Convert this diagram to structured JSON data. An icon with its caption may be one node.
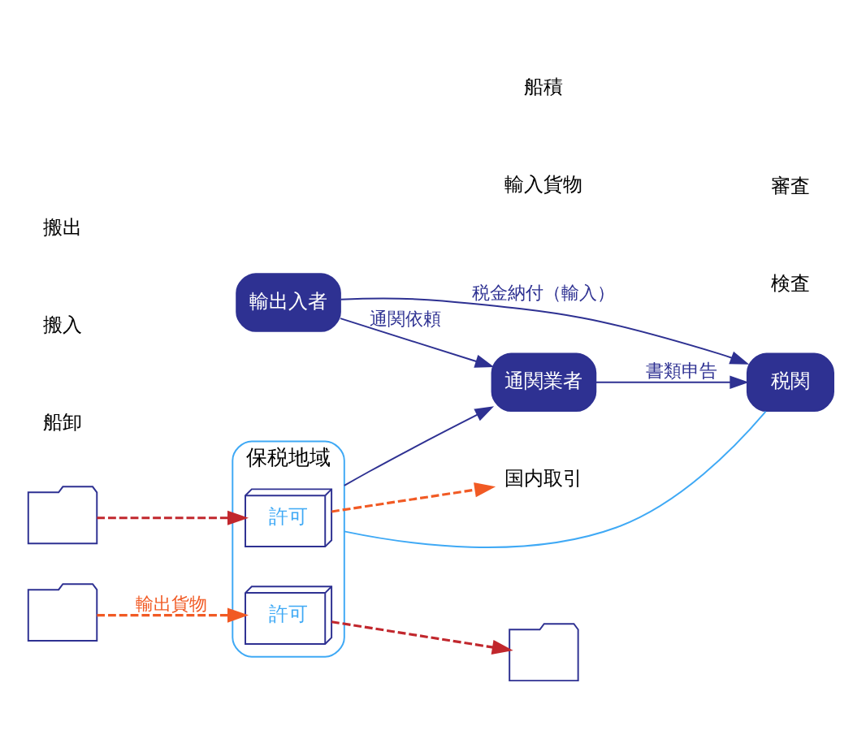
{
  "diagram": {
    "nodes": [
      {
        "text": [
          "保税地域"
        ]
      },
      {
        "text": [
          "許可"
        ],
        "in": 0
      },
      {
        "text": [
          "許可"
        ],
        "in": 0
      },
      {
        "text": [],
        "shape": "picture"
      },
      {
        "text": [],
        "shape": "picture"
      },
      {
        "text": [
          "税関"
        ]
      },
      {
        "text": [
          "通関業者"
        ]
      },
      {
        "text": [
          "輸出入者"
        ]
      },
      {
        "text": [
          "国内取引"
        ]
      },
      {
        "text": [],
        "shape": "picture"
      }
    ],
    "edges": [
      {
        "from": 3,
        "to": 1,
        "arrow": "to",
        "style": "dashed",
        "color": "#c1272d"
      },
      {
        "from": 1,
        "to": 8,
        "arrow": "to",
        "style": "dashed",
        "color": "#f15a24"
      },
      {
        "from": 2,
        "to": 4,
        "arrow": "to",
        "style": "dashed",
        "color": "#c1272d"
      },
      {
        "from": 9,
        "to": 2,
        "arrow": "to",
        "label": "輸出貨物",
        "style": "dashed",
        "color": "#f15a24"
      },
      {
        "from": 0,
        "to": 6,
        "arrow": "to"
      },
      {
        "from": 6,
        "to": 5,
        "arrow": "to",
        "label": "書類申告"
      },
      {
        "from": 7,
        "to": 6,
        "arrow": "to",
        "label": "通関依頼"
      },
      {
        "from": 7,
        "to": 5,
        "arrow": "to",
        "label": "税金納付（輸入）"
      },
      {
        "from": 5,
        "to": 0,
        "arrow": "none",
        "color": "#3fa9f5"
      }
    ],
    "labels": [
      "輸入貨物",
      "船卸",
      "搬入",
      "検査",
      "審査",
      "船積",
      "搬出"
    ]
  }
}
